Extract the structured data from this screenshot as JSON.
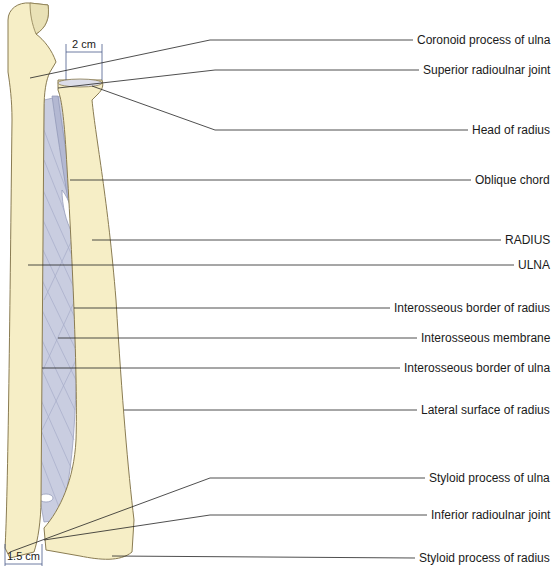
{
  "diagram": {
    "labels": [
      "Coronoid process of ulna",
      "Superior radioulnar joint",
      "Head of radius",
      "Oblique chord",
      "RADIUS",
      "ULNA",
      "Interosseous border of radius",
      "Interosseous membrane",
      "Interosseous border of ulna",
      "Lateral surface of radius",
      "Styloid process of ulna",
      "Inferior radioulnar joint",
      "Styloid process of radius",
      "2 cm",
      "1.5 cm"
    ]
  }
}
